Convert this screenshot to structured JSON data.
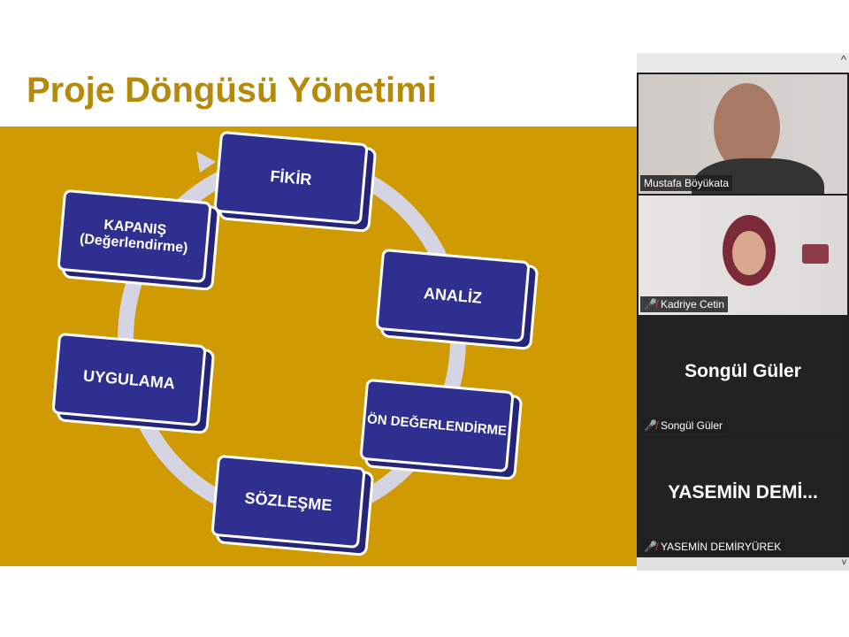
{
  "slide": {
    "title": "Proje Döngüsü Yönetimi",
    "cycle": [
      {
        "label": "FİKİR"
      },
      {
        "label": "ANALİZ"
      },
      {
        "label": "ÖN DEĞERLENDİRME"
      },
      {
        "label": "SÖZLEŞME"
      },
      {
        "label": "UYGULAMA"
      },
      {
        "label": "KAPANIŞ (Değerlendirme)"
      }
    ]
  },
  "participants": {
    "scroll_up": "^",
    "scroll_down": "v",
    "items": [
      {
        "name": "Mustafa Böyükata",
        "muted": false
      },
      {
        "name": "Kadriye Cetin",
        "muted": true
      },
      {
        "name": "Songül Güler",
        "display": "Songül Güler",
        "muted": true
      },
      {
        "name": "YASEMİN DEMİRYÜREK",
        "display": "YASEMİN  DEMİ...",
        "muted": true
      }
    ]
  }
}
